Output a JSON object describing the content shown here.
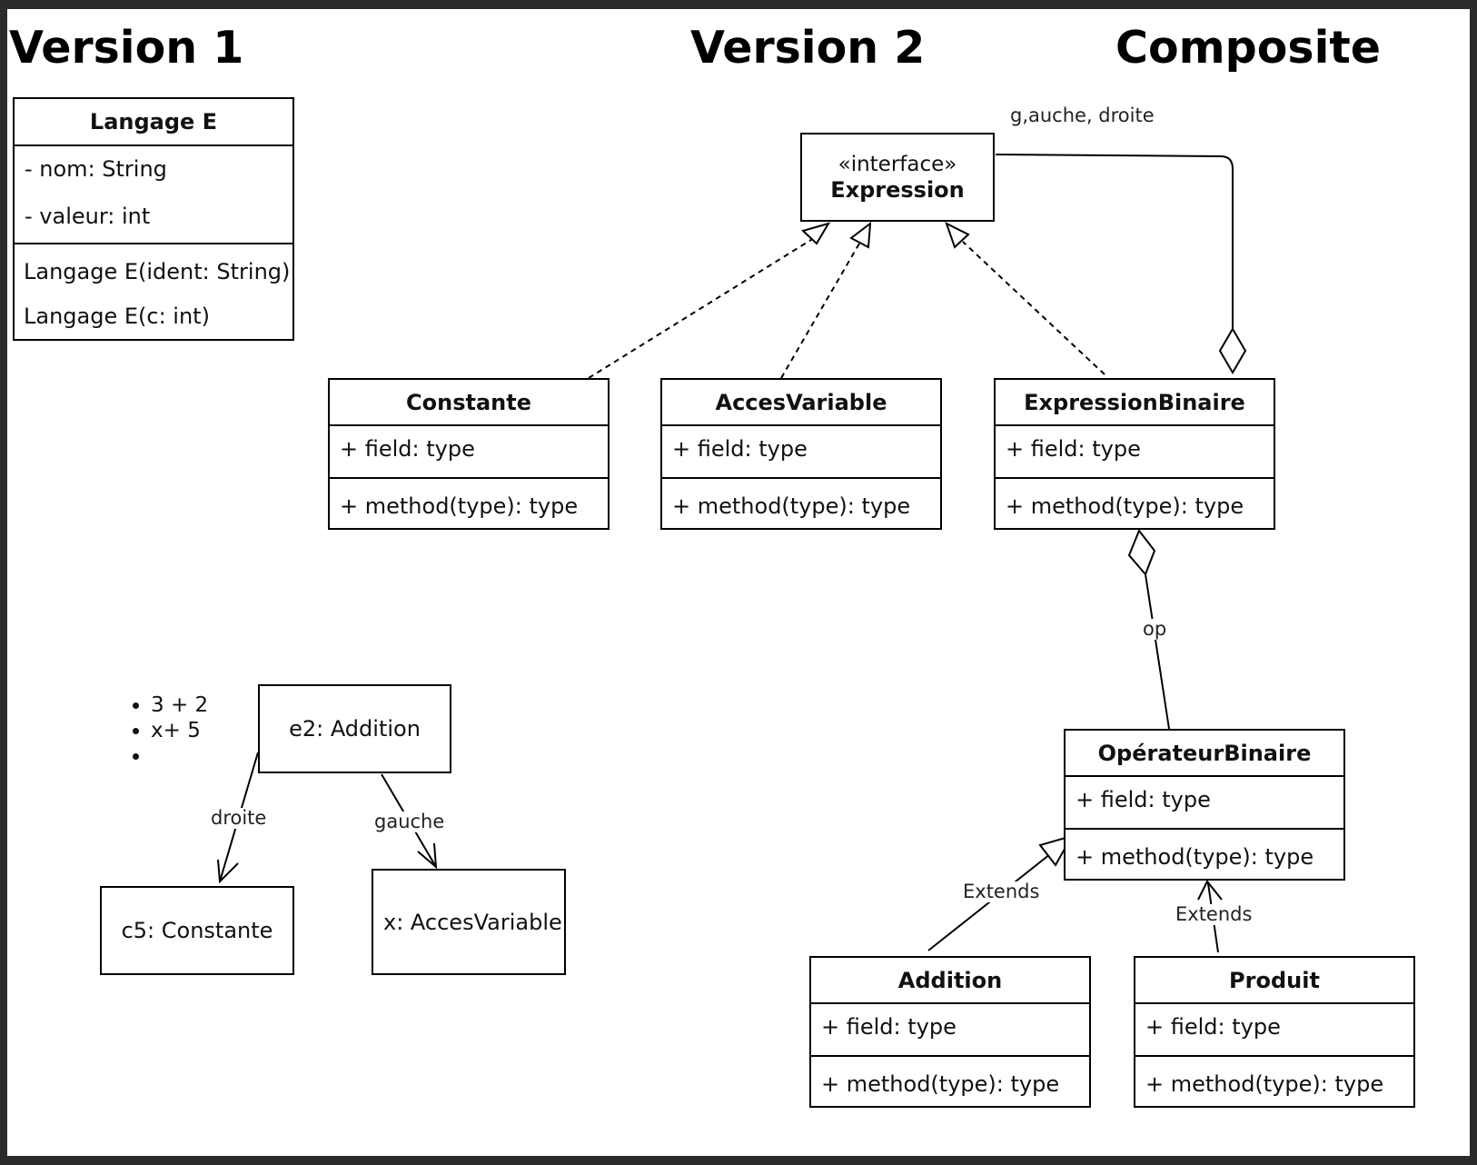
{
  "headings": {
    "v1": "Version 1",
    "v2": "Version 2",
    "composite": "Composite"
  },
  "langageE": {
    "name": "Langage E",
    "attributes": [
      "- nom: String",
      "- valeur: int"
    ],
    "methods": [
      "Langage E(ident: String)",
      "Langage E(c: int)"
    ]
  },
  "expression": {
    "stereotype": "«interface»",
    "name": "Expression"
  },
  "classes": {
    "constante": {
      "name": "Constante",
      "field": "+ field: type",
      "method": "+ method(type): type"
    },
    "accesVariable": {
      "name": "AccesVariable",
      "field": "+ field: type",
      "method": "+ method(type): type"
    },
    "expressionBinaire": {
      "name": "ExpressionBinaire",
      "field": "+ field: type",
      "method": "+ method(type): type"
    },
    "operateurBinaire": {
      "name": "OpérateurBinaire",
      "field": "+ field: type",
      "method": "+ method(type): type"
    },
    "addition": {
      "name": "Addition",
      "field": "+ field: type",
      "method": "+ method(type): type"
    },
    "produit": {
      "name": "Produit",
      "field": "+ field: type",
      "method": "+ method(type): type"
    }
  },
  "objects": {
    "e2": "e2: Addition",
    "c5": "c5: Constante",
    "x": "x: AccesVariable"
  },
  "bullets": [
    "3 + 2",
    "x+ 5",
    ""
  ],
  "edgeLabels": {
    "gaucheDroite": "g,auche, droite",
    "op": "op",
    "extendsAddition": "Extends",
    "extendsProduit": "Extends",
    "droite": "droite",
    "gauche": "gauche"
  }
}
